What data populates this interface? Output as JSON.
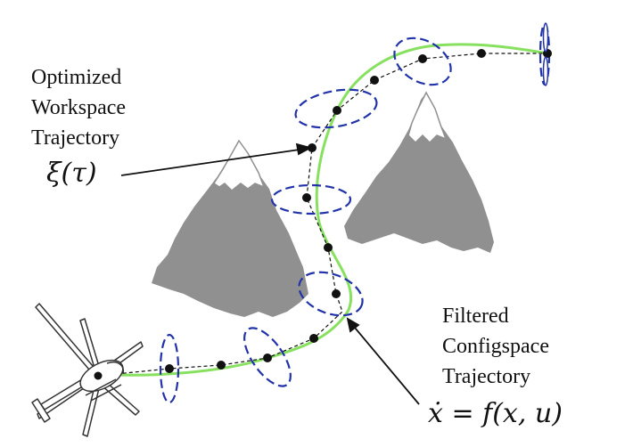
{
  "labels": {
    "workspace": [
      "Optimized",
      "Workspace",
      "Trajectory"
    ],
    "workspace_math": "ξ(τ)",
    "configspace": [
      "Filtered",
      "Configspace",
      "Trajectory"
    ],
    "configspace_math": "ẋ = f(x, u)"
  },
  "colors": {
    "filtered_path": "#88e060",
    "waypoint": "#111111",
    "uncertainty_ellipse": "#2233aa",
    "mountain": "#909090",
    "snow": "#ffffff",
    "arrow": "#111111"
  },
  "icons": {
    "start_vehicle": "helicopter-icon",
    "goal_vehicle": "rotor-icon"
  }
}
